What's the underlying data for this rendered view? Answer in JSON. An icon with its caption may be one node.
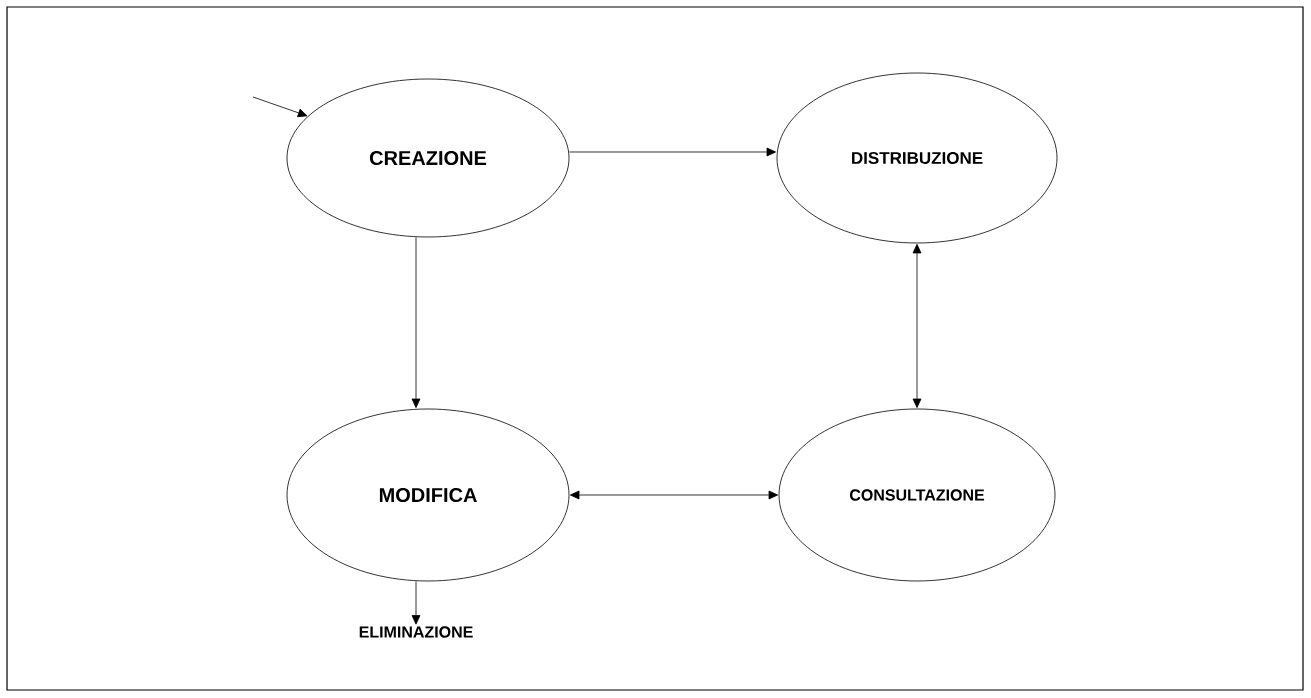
{
  "diagram": {
    "nodes": [
      {
        "text": [
          "CREAZIONE"
        ]
      },
      {
        "text": [
          "DISTRIBUZIONE"
        ]
      },
      {
        "text": [
          "MODIFICA"
        ]
      },
      {
        "text": [
          "CONSULTAZIONE"
        ]
      },
      {
        "text": [
          "ELIMINAZIONE"
        ]
      }
    ],
    "edges": [
      {
        "from": null,
        "to": 0,
        "arrow": "to"
      },
      {
        "from": 0,
        "to": 1,
        "arrow": "to"
      },
      {
        "from": 0,
        "to": 2,
        "arrow": "to"
      },
      {
        "from": 1,
        "to": 3,
        "arrow": "both"
      },
      {
        "from": 2,
        "to": 3,
        "arrow": "both"
      },
      {
        "from": 2,
        "to": 4,
        "arrow": "to"
      }
    ]
  }
}
